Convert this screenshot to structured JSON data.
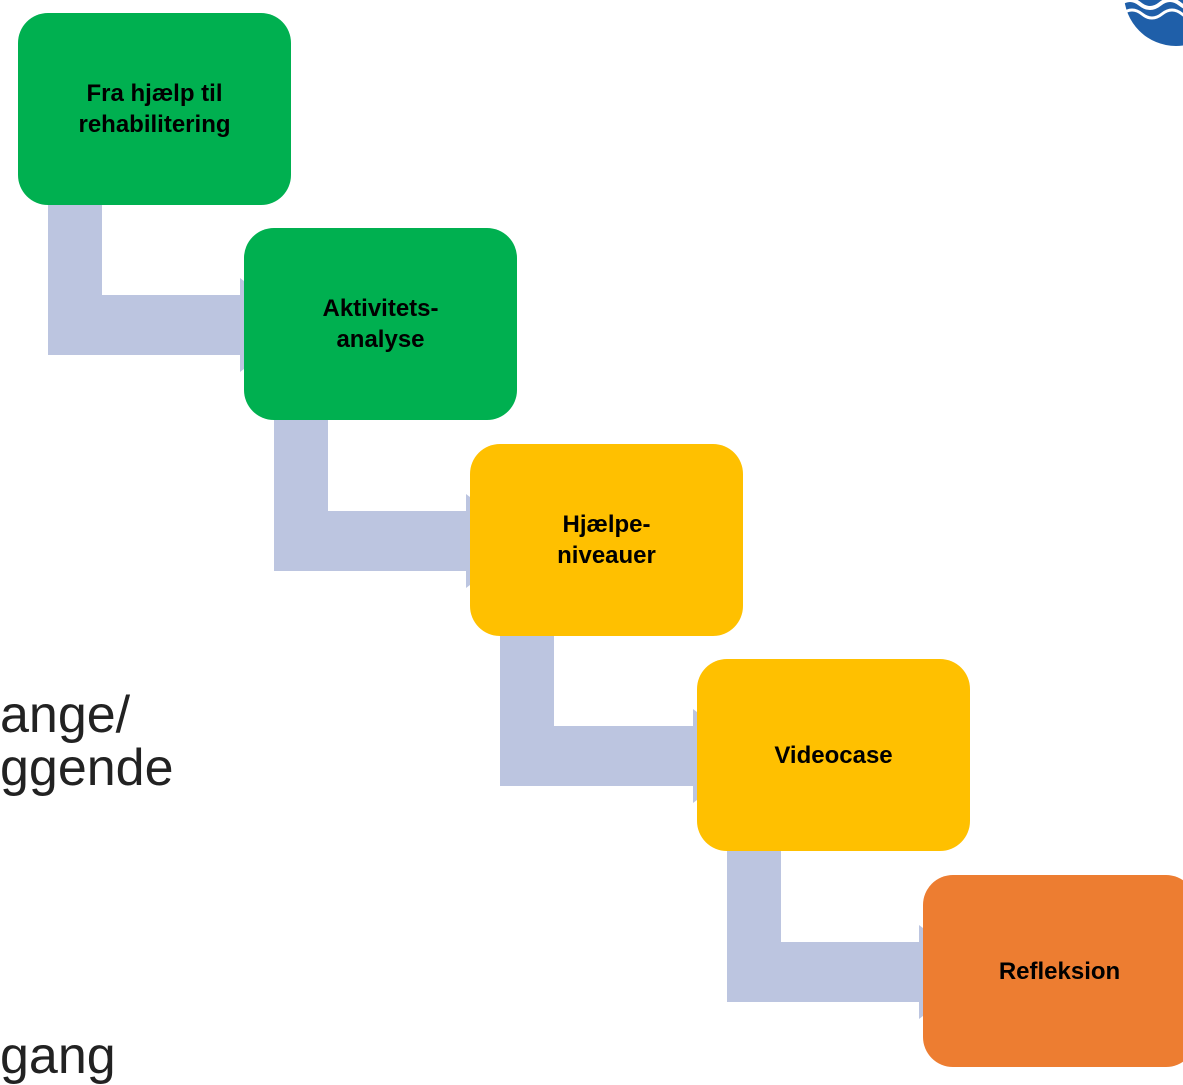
{
  "colors": {
    "green": "#00b050",
    "yellow": "#ffc000",
    "orange": "#ed7d31",
    "connector": "#bcc5e0"
  },
  "steps": [
    {
      "label": "Fra hjælp til\nrehabilitering",
      "color": "#00b050"
    },
    {
      "label": "Aktivitets-\nanalyse",
      "color": "#00b050"
    },
    {
      "label": "Hjælpe-\nniveauer",
      "color": "#ffc000"
    },
    {
      "label": "Videocase",
      "color": "#ffc000"
    },
    {
      "label": "Refleksion",
      "color": "#ed7d31"
    }
  ],
  "background_text": [
    "ange/",
    "ggende",
    "gang"
  ],
  "logo": {
    "icon": "waves-logo-icon"
  }
}
